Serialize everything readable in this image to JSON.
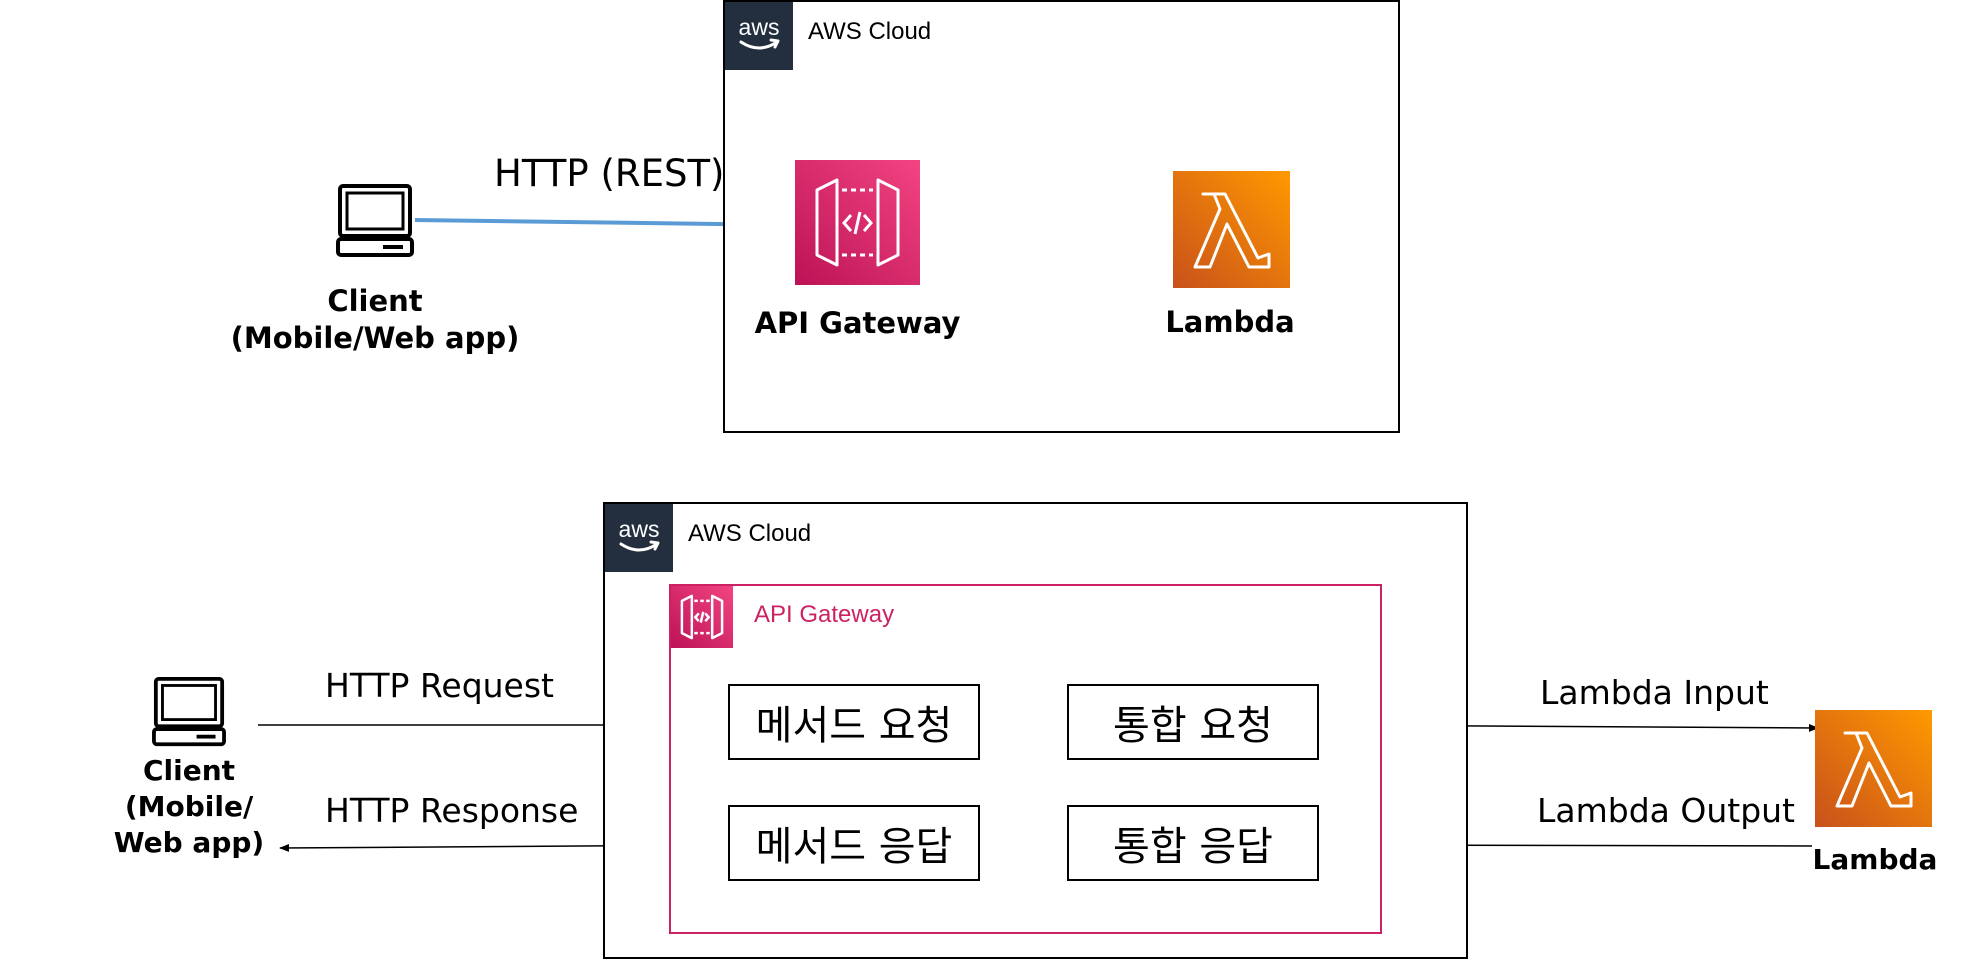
{
  "top": {
    "cloud_title": "AWS Cloud",
    "aws_badge": "aws",
    "client_label": "Client\n(Mobile/Web app)",
    "edge_label": "HTTP (REST)",
    "apigw_label": "API Gateway",
    "lambda_label": "Lambda"
  },
  "bottom": {
    "cloud_title": "AWS Cloud",
    "aws_badge": "aws",
    "apigw_group_title": "API Gateway",
    "client_label": "Client\n(Mobile/\nWeb app)",
    "request_label": "HTTP Request",
    "response_label": "HTTP Response",
    "method_request": "메서드 요청",
    "integration_request": "통합 요청",
    "method_response": "메서드 응답",
    "integration_response": "통합 응답",
    "lambda_input_label": "Lambda Input",
    "lambda_output_label": "Lambda Output",
    "lambda_label": "Lambda"
  },
  "colors": {
    "aws_dark": "#232f3e",
    "apigw_pink": "#cc2264",
    "lambda_orange": "#ed7100",
    "arrow_blue": "#5b9bd5"
  },
  "icons": {
    "client": "laptop-icon",
    "apigw": "api-gateway-icon",
    "lambda": "lambda-icon",
    "aws": "aws-logo-icon"
  }
}
